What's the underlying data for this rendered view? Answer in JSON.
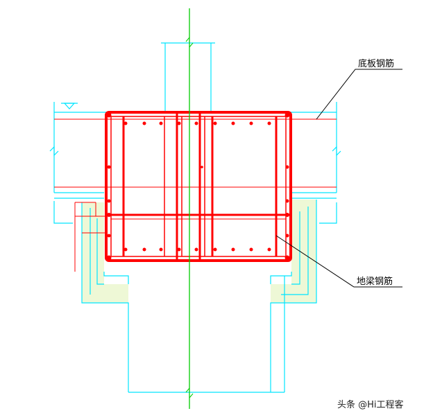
{
  "labels": {
    "slab_rebar": "底板钢筋",
    "beam_rebar": "地梁钢筋"
  },
  "watermark": {
    "text": "头条 @Hi工程客"
  },
  "colors": {
    "outline": "#00e5ff",
    "rebar": "#ff0000",
    "axis": "#00cc00",
    "leader": "#000000",
    "concrete_fill": "#eef8d6"
  }
}
